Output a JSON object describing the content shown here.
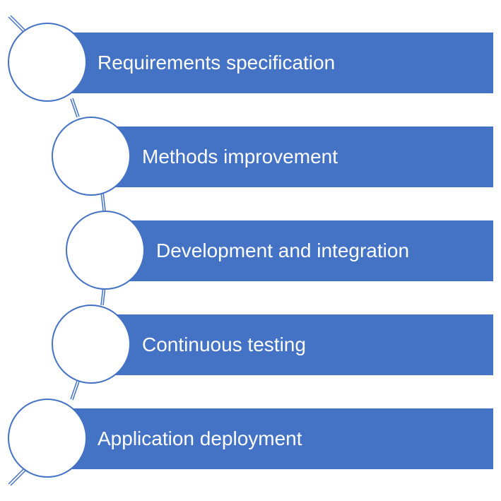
{
  "diagram": {
    "type": "vertical-step-list",
    "colors": {
      "bar_fill": "#4472C4",
      "circle_fill": "#ffffff",
      "circle_stroke": "#4472C4",
      "connector": "#4472C4",
      "label_text": "#ffffff"
    },
    "steps": [
      {
        "label": "Requirements specification"
      },
      {
        "label": "Methods improvement"
      },
      {
        "label": "Development and integration"
      },
      {
        "label": "Continuous testing"
      },
      {
        "label": "Application deployment"
      }
    ]
  }
}
